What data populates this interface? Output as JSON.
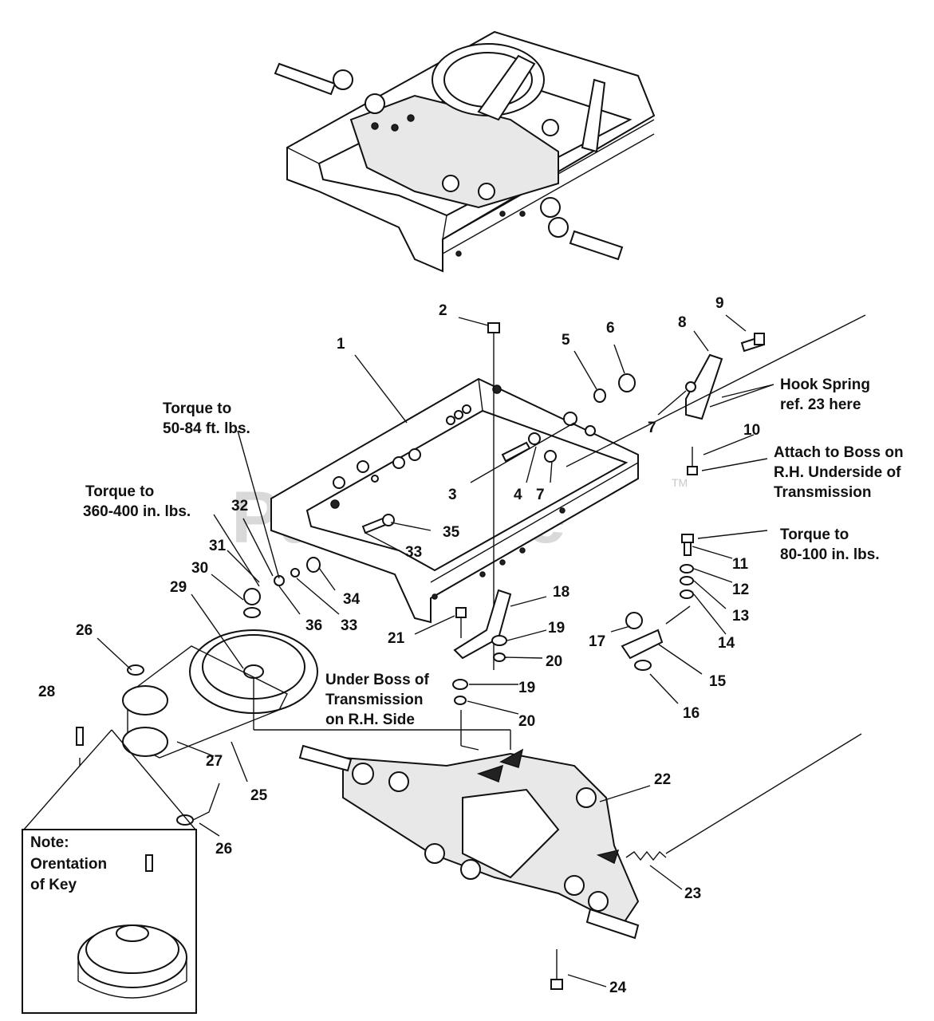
{
  "watermark": "PartsTree",
  "watermark_tm": "TM",
  "callouts": [
    "1",
    "2",
    "3",
    "4",
    "5",
    "6",
    "7",
    "7",
    "7",
    "8",
    "9",
    "10",
    "11",
    "12",
    "13",
    "14",
    "15",
    "16",
    "17",
    "18",
    "19",
    "19",
    "20",
    "20",
    "21",
    "22",
    "23",
    "24",
    "25",
    "26",
    "26",
    "27",
    "28",
    "29",
    "30",
    "31",
    "32",
    "33",
    "33",
    "34",
    "35",
    "36"
  ],
  "notes": {
    "hook_spring": [
      "Hook Spring",
      "ref. 23 here"
    ],
    "attach_boss": [
      "Attach to Boss on",
      "R.H. Underside of",
      "Transmission"
    ],
    "torque_80_100": [
      "Torque to",
      "80-100 in. lbs."
    ],
    "torque_50_84": [
      "Torque to",
      "50-84 ft. lbs."
    ],
    "torque_360_400": [
      "Torque to",
      "360-400 in. lbs."
    ],
    "under_boss": [
      "Under Boss of",
      "Transmission",
      "on R.H. Side"
    ],
    "key_orientation": [
      "Note:",
      "Orentation",
      "of Key"
    ]
  }
}
